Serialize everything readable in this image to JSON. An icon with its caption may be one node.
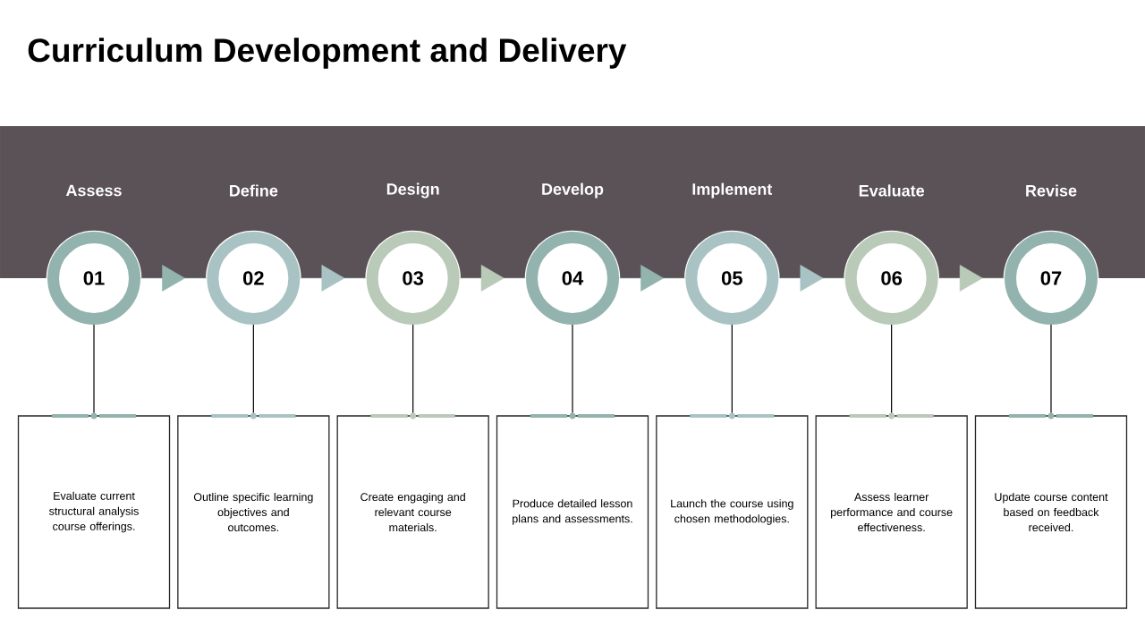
{
  "diagram": {
    "title": "Curriculum Development and Delivery",
    "nodes": [
      {
        "text": [
          "01"
        ],
        "beside": [
          "Assess"
        ]
      },
      {
        "text": [
          "02"
        ],
        "beside": [
          "Define"
        ]
      },
      {
        "text": [
          "03"
        ],
        "beside": [
          "Design"
        ]
      },
      {
        "text": [
          "04"
        ],
        "beside": [
          "Develop"
        ]
      },
      {
        "text": [
          "05"
        ],
        "beside": [
          "Implement"
        ]
      },
      {
        "text": [
          "06"
        ],
        "beside": [
          "Evaluate"
        ]
      },
      {
        "text": [
          "07"
        ],
        "beside": [
          "Revise"
        ]
      },
      {
        "text": [
          "Evaluate current structural analysis course offerings."
        ]
      },
      {
        "text": [
          "Outline specific learning objectives and outcomes."
        ]
      },
      {
        "text": [
          "Create engaging and relevant course materials."
        ]
      },
      {
        "text": [
          "Produce detailed lesson plans and assessments."
        ]
      },
      {
        "text": [
          "Launch the course using chosen methodologies."
        ]
      },
      {
        "text": [
          "Assess learner performance and course effectiveness."
        ]
      },
      {
        "text": [
          "Update course content based on feedback received."
        ]
      }
    ],
    "edges": [
      {
        "from": 0,
        "to": 1,
        "arrow": "to",
        "color": "#93b3ae"
      },
      {
        "from": 1,
        "to": 2,
        "arrow": "to",
        "color": "#a9c3c5"
      },
      {
        "from": 2,
        "to": 3,
        "arrow": "to",
        "color": "#b9cab8"
      },
      {
        "from": 3,
        "to": 4,
        "arrow": "to",
        "color": "#93b3ae"
      },
      {
        "from": 4,
        "to": 5,
        "arrow": "to",
        "color": "#a9c3c5"
      },
      {
        "from": 5,
        "to": 6,
        "arrow": "to",
        "color": "#b9cab8"
      },
      {
        "from": 0,
        "to": 7,
        "arrow": "none"
      },
      {
        "from": 1,
        "to": 8,
        "arrow": "none"
      },
      {
        "from": 2,
        "to": 9,
        "arrow": "none"
      },
      {
        "from": 3,
        "to": 10,
        "arrow": "none"
      },
      {
        "from": 4,
        "to": 11,
        "arrow": "none"
      },
      {
        "from": 5,
        "to": 12,
        "arrow": "none"
      },
      {
        "from": 6,
        "to": 13,
        "arrow": "none"
      }
    ]
  }
}
